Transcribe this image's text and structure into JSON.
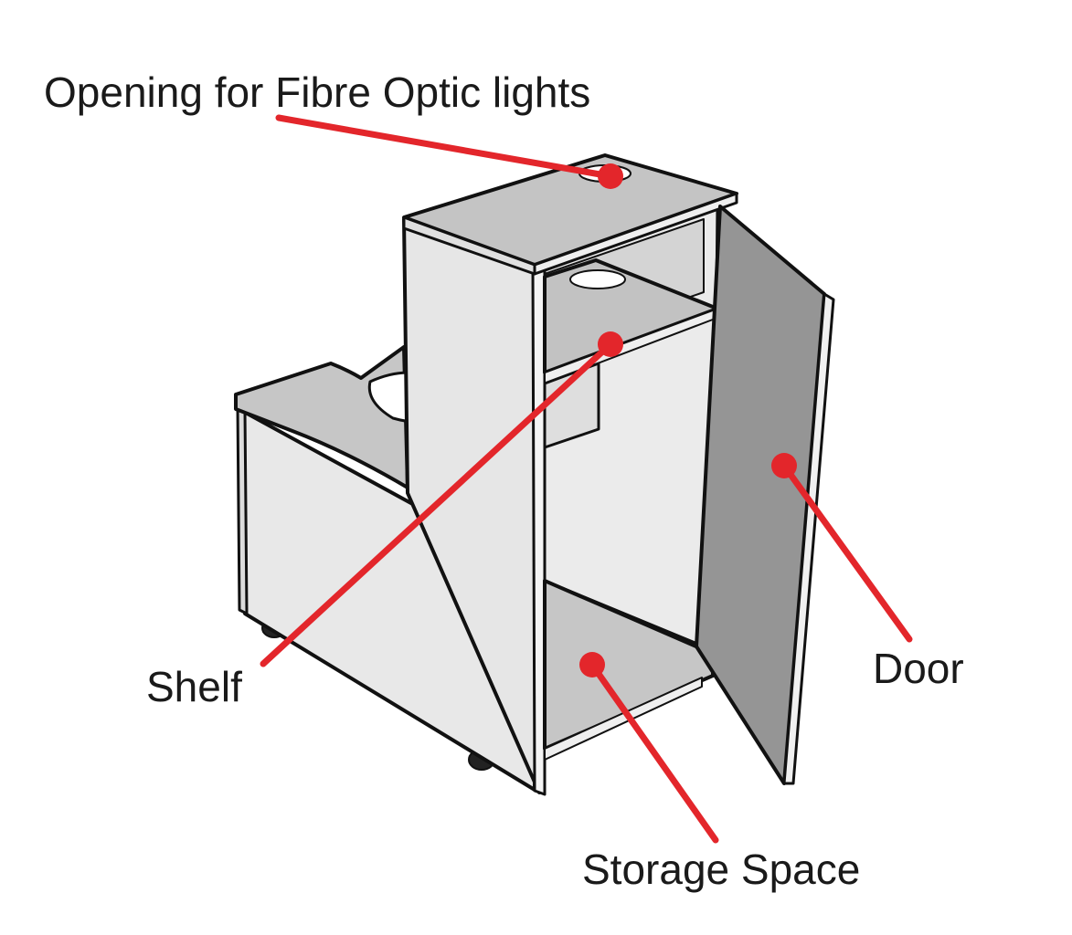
{
  "diagram": {
    "labels": {
      "fibre_opening": "Opening for Fibre Optic lights",
      "shelf": "Shelf",
      "door": "Door",
      "storage": "Storage Space"
    },
    "colors": {
      "callout": "#e3262b",
      "outline": "#111111",
      "panel_light": "#e6e6e6",
      "panel_mid": "#c4c4c4",
      "door": "#959595",
      "background": "#ffffff"
    }
  }
}
